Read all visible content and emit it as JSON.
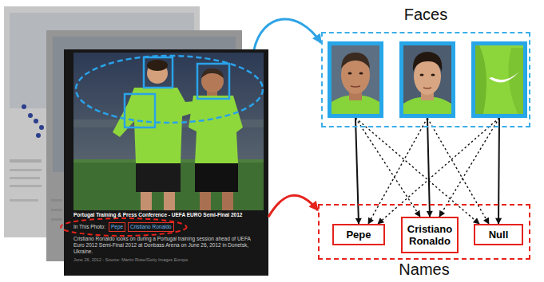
{
  "diagram": {
    "nodes": [
      {
        "text": [
          "Portugal Training & Press Conference - UEFA EURO Semi-Final 2012",
          "In This Photo:",
          "Cristiano Ronaldo looks on during a Portugal training session ahead of UEFA Euro 2012 Semi-Final 2012 at Donbass Arena on June 26, 2012 in Donetsk, Ukraine.",
          "June 26, 2012 - Source: Martin Rose/Getty Images Europe"
        ]
      },
      {
        "text": [
          "Pepe"
        ],
        "in": 0
      },
      {
        "text": [
          "Cristiano Ronaldo"
        ],
        "in": 0
      },
      {
        "text": [
          "Faces"
        ]
      },
      {
        "text": [],
        "in": 3
      },
      {
        "text": [],
        "in": 3
      },
      {
        "text": [],
        "in": 3
      },
      {
        "text": [
          "Names"
        ]
      },
      {
        "text": [
          "Pepe"
        ],
        "in": 7
      },
      {
        "text": [
          "Cristiano Ronaldo"
        ],
        "in": 7
      },
      {
        "text": [
          "Null"
        ],
        "in": 7
      }
    ],
    "edges": [
      {
        "from": 0,
        "to": 3,
        "arrow": "to"
      },
      {
        "from": 0,
        "to": 7,
        "arrow": "to"
      },
      {
        "from": 4,
        "to": 8,
        "arrow": "to"
      },
      {
        "from": 4,
        "to": 9,
        "arrow": "to"
      },
      {
        "from": 4,
        "to": 10,
        "arrow": "to"
      },
      {
        "from": 5,
        "to": 8,
        "arrow": "to"
      },
      {
        "from": 5,
        "to": 9,
        "arrow": "to"
      },
      {
        "from": 5,
        "to": 10,
        "arrow": "to"
      },
      {
        "from": 6,
        "to": 8,
        "arrow": "to"
      },
      {
        "from": 6,
        "to": 9,
        "arrow": "to"
      },
      {
        "from": 6,
        "to": 10,
        "arrow": "to"
      }
    ]
  }
}
